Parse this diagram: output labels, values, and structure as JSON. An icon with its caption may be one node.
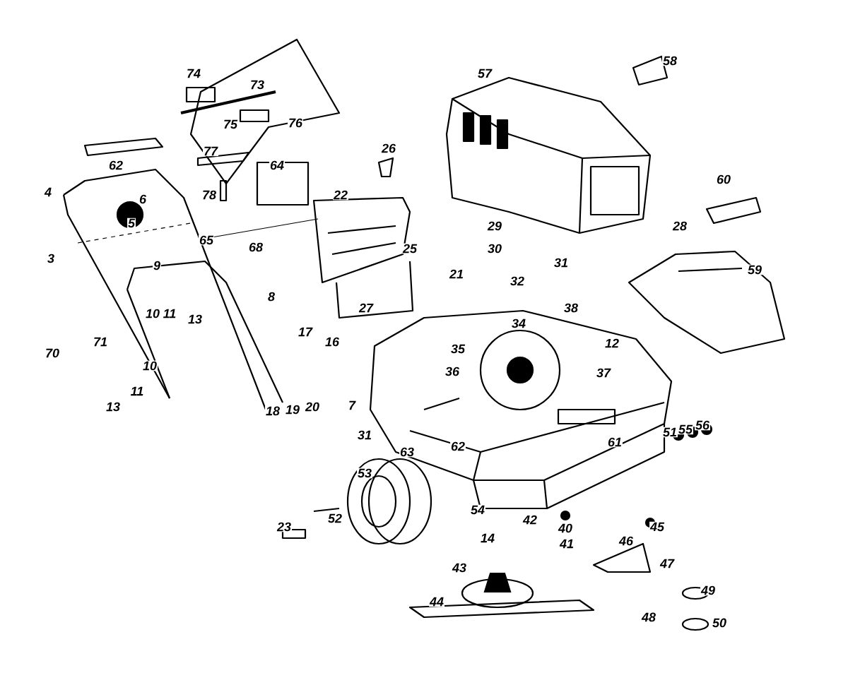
{
  "diagram": {
    "labels": [
      "74",
      "57",
      "58",
      "73",
      "75",
      "76",
      "77",
      "26",
      "62",
      "64",
      "60",
      "4",
      "6",
      "78",
      "22",
      "5",
      "29",
      "28",
      "65",
      "68",
      "25",
      "30",
      "3",
      "9",
      "31",
      "21",
      "32",
      "59",
      "8",
      "27",
      "38",
      "10",
      "11",
      "13",
      "34",
      "71",
      "17",
      "16",
      "12",
      "70",
      "35",
      "10",
      "36",
      "37",
      "11",
      "13",
      "18",
      "19",
      "20",
      "7",
      "31",
      "51",
      "55",
      "56",
      "63",
      "62",
      "61",
      "53",
      "52",
      "54",
      "42",
      "23",
      "40",
      "45",
      "14",
      "41",
      "46",
      "43",
      "47",
      "49",
      "44",
      "48",
      "50"
    ]
  }
}
